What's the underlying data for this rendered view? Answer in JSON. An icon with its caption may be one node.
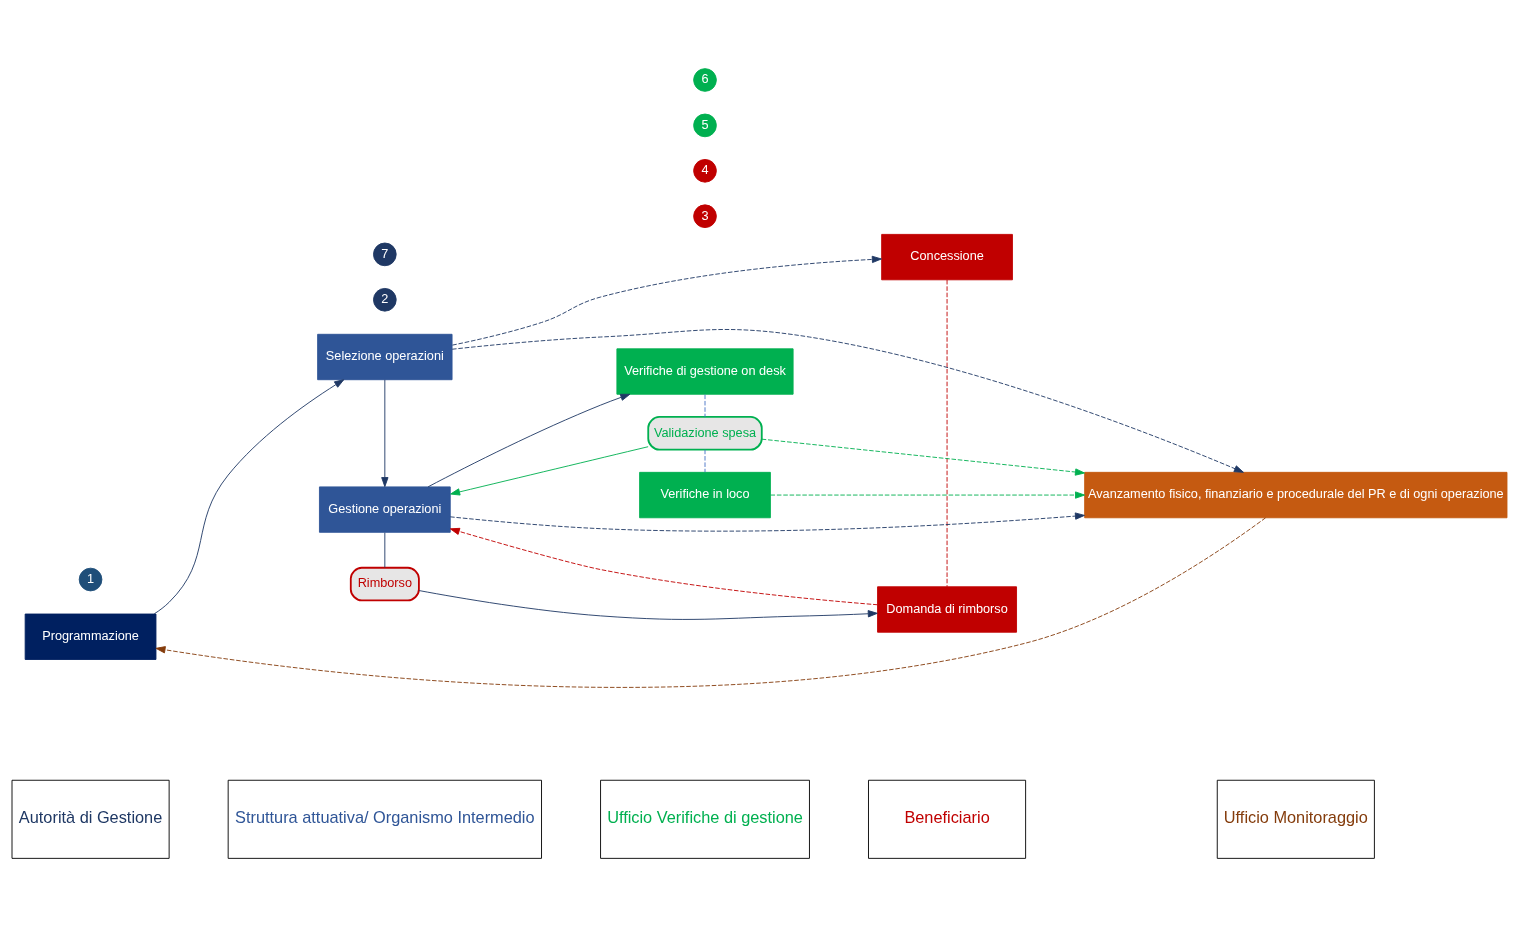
{
  "diagram": {
    "nodes": [
      {
        "text": [
          "Autorità di Gestione"
        ]
      },
      {
        "text": [
          "Struttura attuativa/ Organismo Intermedio"
        ]
      },
      {
        "text": [
          "Ufficio Verifiche di gestione"
        ]
      },
      {
        "text": [
          "Beneficiario"
        ]
      },
      {
        "text": [
          "Ufficio Monitoraggio"
        ]
      },
      {
        "text": [
          "Programmazione"
        ]
      },
      {
        "text": [
          "1"
        ]
      },
      {
        "text": [
          "2"
        ]
      },
      {
        "text": [
          "Selezione operazioni"
        ]
      },
      {
        "text": [
          "3"
        ]
      },
      {
        "text": [
          "Concessione"
        ]
      },
      {
        "text": [
          "Avanzamento fisico, finanziario e procedurale del PR e di ogni operazione"
        ]
      },
      {
        "text": [
          "Gestione operazioni"
        ]
      },
      {
        "text": [
          "4"
        ]
      },
      {
        "text": [
          "Domanda di rimborso"
        ]
      },
      {
        "text": [
          "5"
        ]
      },
      {
        "text": [
          "Verifiche di gestione on desk"
        ]
      },
      {
        "text": [
          "6"
        ]
      },
      {
        "text": [
          "Validazione spesa"
        ]
      },
      {
        "text": [
          "Verifiche in loco"
        ]
      },
      {
        "text": [
          "7"
        ]
      },
      {
        "text": [
          "Rimborso"
        ]
      }
    ],
    "edges": [
      {
        "from": 5,
        "to": 8,
        "arrow": "to"
      },
      {
        "from": 8,
        "to": 12,
        "arrow": "to"
      },
      {
        "from": 8,
        "to": 10,
        "arrow": "to",
        "style": "dashed"
      },
      {
        "from": 8,
        "to": 11,
        "arrow": "to",
        "style": "dashed"
      },
      {
        "from": 10,
        "to": 14,
        "arrow": "none",
        "style": "dashed",
        "color": "#c00000"
      },
      {
        "from": 14,
        "to": 12,
        "arrow": "to",
        "style": "dashed",
        "color": "#c00000"
      },
      {
        "from": 12,
        "to": 16,
        "arrow": "to"
      },
      {
        "from": 18,
        "to": 12,
        "arrow": "to",
        "color": "#00b050"
      },
      {
        "from": 16,
        "to": 18,
        "arrow": "none",
        "style": "dashed",
        "color": "#4472c4"
      },
      {
        "from": 18,
        "to": 19,
        "arrow": "none",
        "style": "dashed",
        "color": "#4472c4"
      },
      {
        "from": 18,
        "to": 11,
        "arrow": "to",
        "style": "dashed",
        "color": "#00b050"
      },
      {
        "from": 19,
        "to": 11,
        "arrow": "to",
        "style": "dashed",
        "color": "#00b050"
      },
      {
        "from": 12,
        "to": 11,
        "arrow": "to",
        "style": "dashed"
      },
      {
        "from": 12,
        "to": 21,
        "arrow": "none"
      },
      {
        "from": 21,
        "to": 14,
        "arrow": "to"
      },
      {
        "from": 11,
        "to": 5,
        "arrow": "to",
        "style": "dashed",
        "color": "#843c0c"
      }
    ]
  }
}
